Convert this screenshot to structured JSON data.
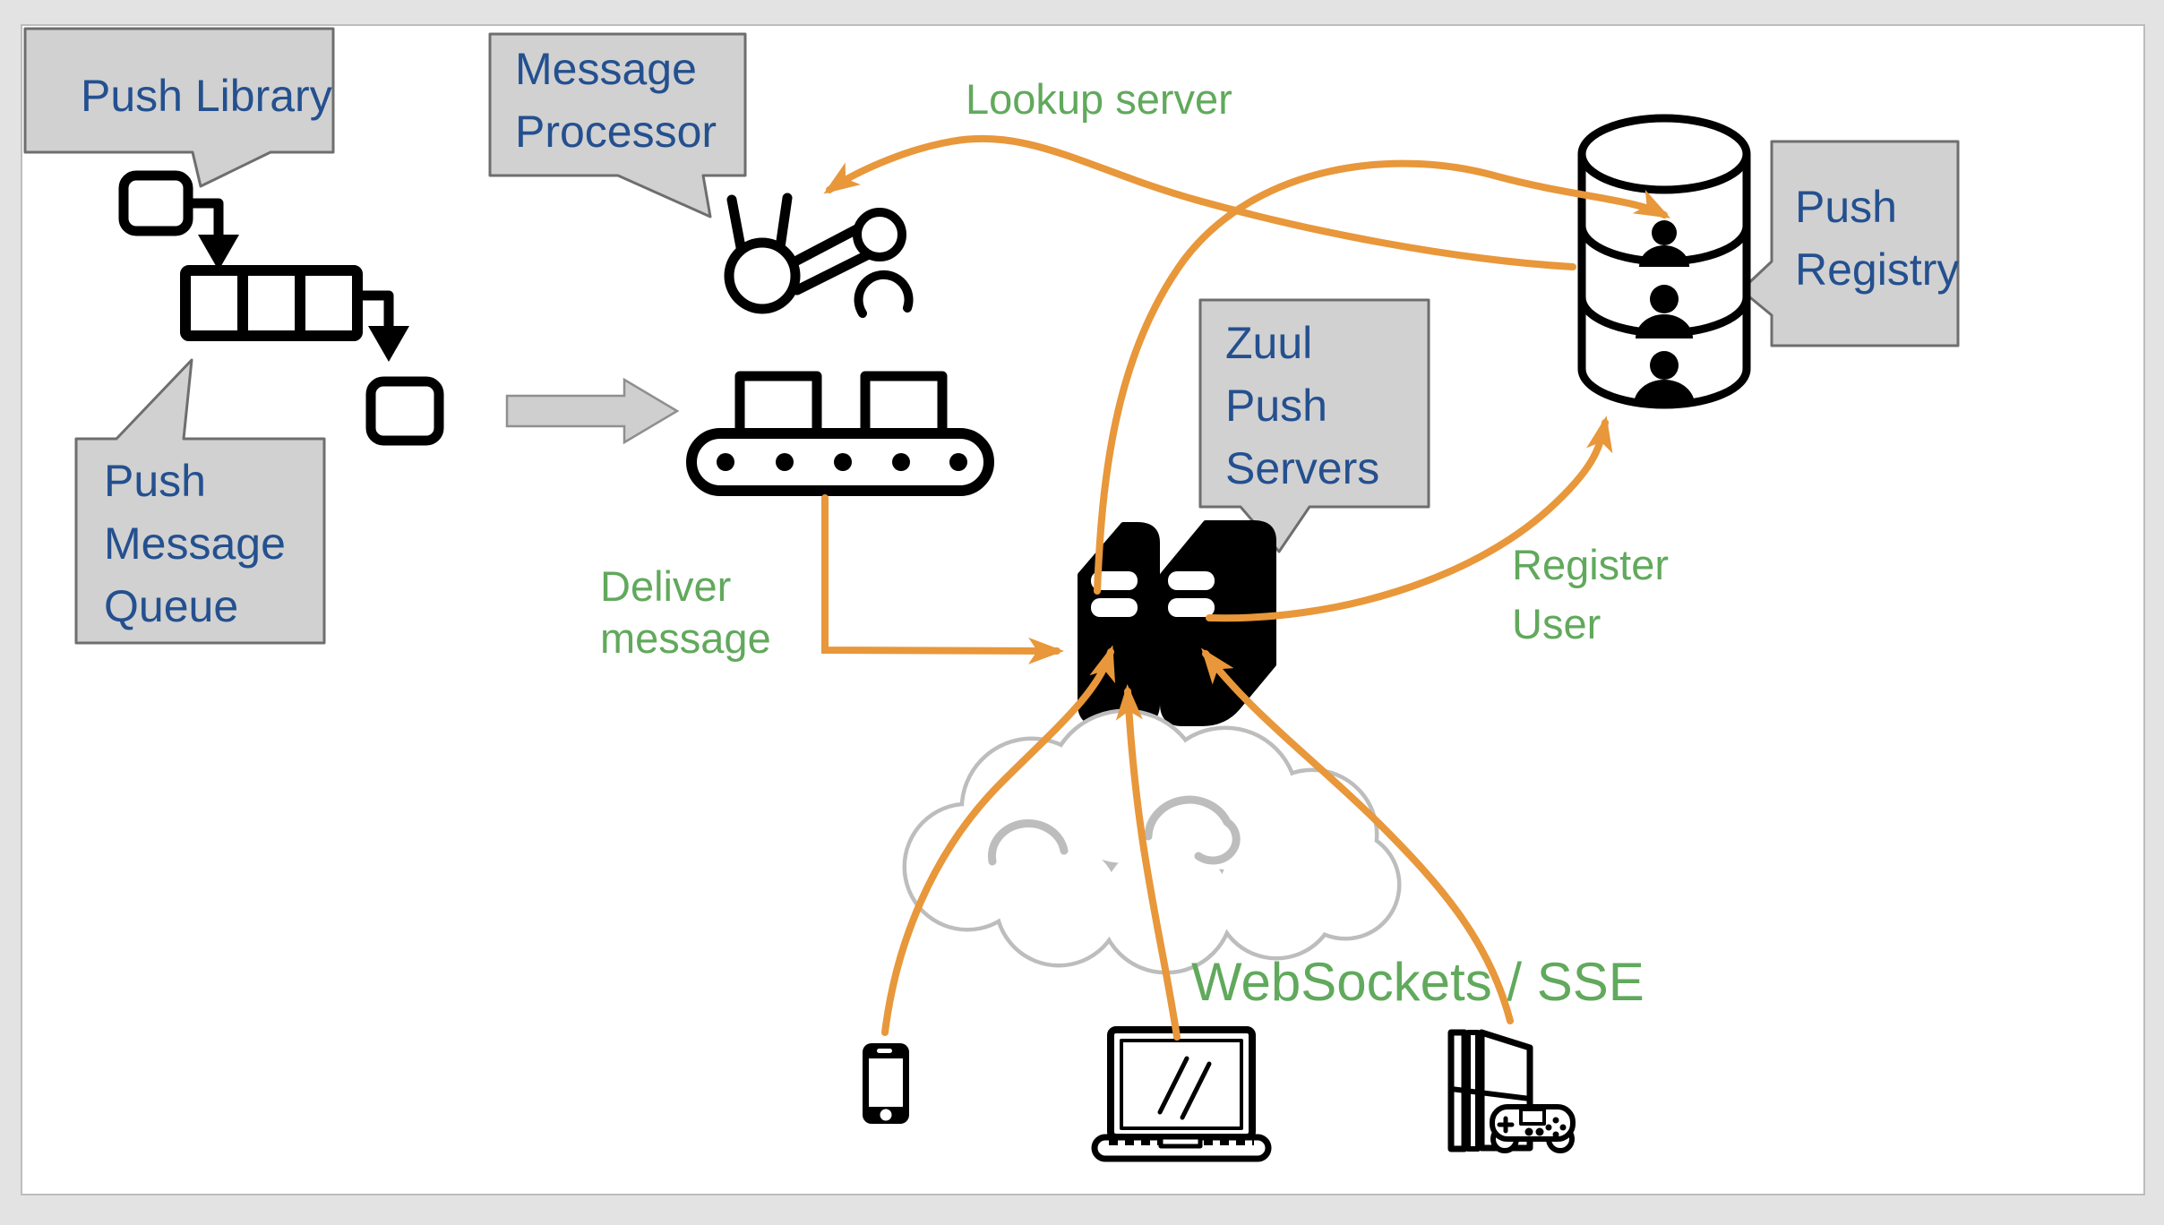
{
  "colors": {
    "accent_orange": "#E8973A",
    "label_green": "#61A95C",
    "label_blue": "#24508F",
    "callout_fill": "#D1D1D1",
    "callout_border": "#6E6E6E",
    "cloud_gray": "#BDBDBD",
    "icon_black": "#000000",
    "slide_bg": "#FFFFFF",
    "page_bg": "#E3E3E3"
  },
  "callouts": {
    "push_library": {
      "lines": [
        "Push Library"
      ]
    },
    "message_processor": {
      "lines": [
        "Message",
        "Processor"
      ]
    },
    "push_message_queue": {
      "lines": [
        "Push",
        "Message",
        "Queue"
      ]
    },
    "zuul_push_servers": {
      "lines": [
        "Zuul",
        "Push",
        "Servers"
      ]
    },
    "push_registry": {
      "lines": [
        "Push",
        "Registry"
      ]
    }
  },
  "flow_labels": {
    "lookup_server": "Lookup server",
    "deliver_message": {
      "lines": [
        "Deliver",
        "message"
      ]
    },
    "register_user": {
      "lines": [
        "Register",
        "User"
      ]
    },
    "websockets_sse": "WebSockets / SSE"
  },
  "icons": {
    "push_library_flow": "flowchart-queue-icon",
    "message_processor": "robot-arm-conveyor-icon",
    "zuul_push_servers": "server-towers-icon",
    "push_registry": "database-users-icon",
    "network": "cloud-icon",
    "clients": [
      "smartphone-icon",
      "laptop-icon",
      "game-console-icon"
    ]
  }
}
